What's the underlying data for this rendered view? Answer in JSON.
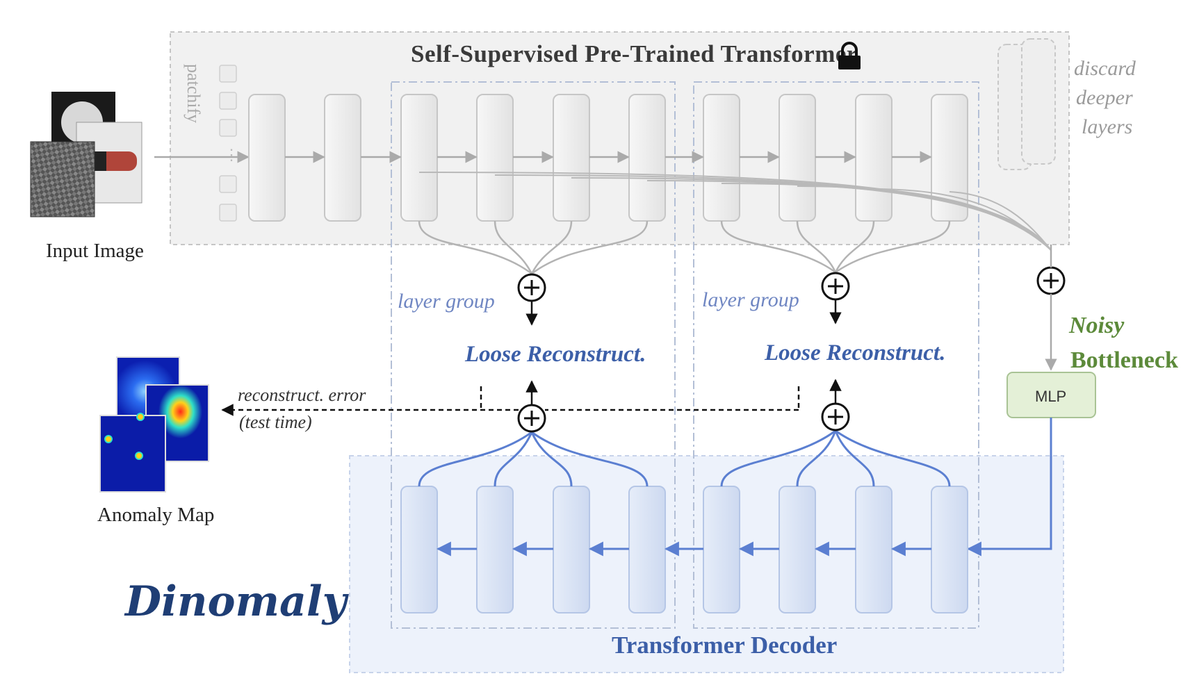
{
  "encoder": {
    "title": "Self-Supervised Pre-Trained Transformer",
    "patchify_label": "patchify",
    "discard_label_lines": [
      "discard",
      "deeper",
      "layers"
    ]
  },
  "input": {
    "label": "Input Image"
  },
  "groups": {
    "left_label": "layer group",
    "right_label": "layer group",
    "left_reconstruct": "Loose Reconstruct.",
    "right_reconstruct": "Loose Reconstruct."
  },
  "bottleneck": {
    "label_line1": "Noisy",
    "label_line2": "Bottleneck",
    "mlp_label": "MLP"
  },
  "error": {
    "line1": "reconstruct. error",
    "line2": "(test time)"
  },
  "output": {
    "label": "Anomaly Map"
  },
  "decoder": {
    "title": "Transformer Decoder"
  },
  "brand": {
    "name": "Dinomaly"
  },
  "colors": {
    "encoder_block": "#ececec",
    "decoder_block": "#d8e2f4",
    "decoder_line": "#5b7fd1",
    "accent_blue": "#3c5fa8",
    "bottleneck_green": "#5c8a3a",
    "mlp_fill": "#e4f0d7"
  }
}
